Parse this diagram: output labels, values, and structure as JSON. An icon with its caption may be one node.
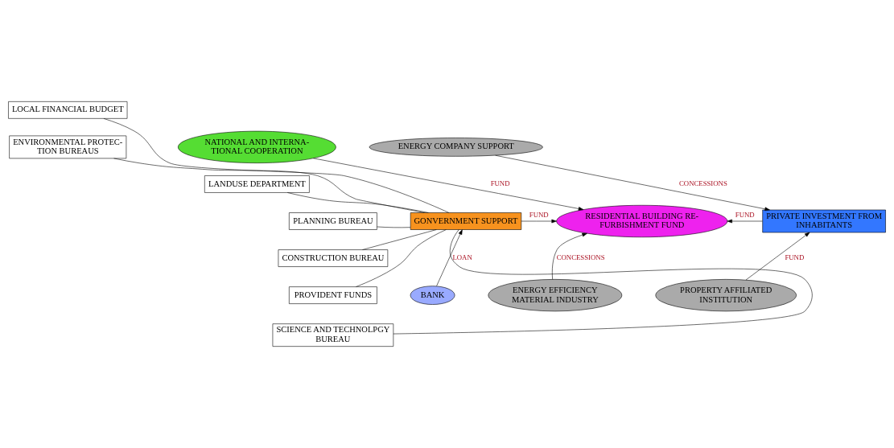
{
  "diagram": {
    "nodes": [
      {
        "text": [
          "LOCAL FINANCIAL BUDGET"
        ]
      },
      {
        "text": [
          "ENVIRONMENTAL PROTEC- TION BUREAUS"
        ]
      },
      {
        "text": [
          "LANDUSE DEPARTMENT"
        ]
      },
      {
        "text": [
          "PLANNING BUREAU"
        ]
      },
      {
        "text": [
          "CONSTRUCTION BUREAU"
        ]
      },
      {
        "text": [
          "PROVIDENT FUNDS"
        ]
      },
      {
        "text": [
          "SCIENCE AND TECHNOLPGY BUREAU"
        ]
      },
      {
        "text": [
          "NATIONAL AND INTERNA- TIONAL COOPERATION"
        ]
      },
      {
        "text": [
          "ENERGY COMPANY SUPPORT"
        ]
      },
      {
        "text": [
          "GONVERNMENT SUPPORT"
        ]
      },
      {
        "text": [
          "RESIDENTIAL BUILDING RE- FURBISHMENT FUND"
        ]
      },
      {
        "text": [
          "PRIVATE INVESTMENT FROM INHABITANTS"
        ]
      },
      {
        "text": [
          "BANK"
        ]
      },
      {
        "text": [
          "ENERGY EFFICIENCY MATERIAL INDUSTRY"
        ]
      },
      {
        "text": [
          "PROPERTY AFFILIATED INSTITUTION"
        ]
      }
    ],
    "edges": [
      {
        "from": 0,
        "to": 9,
        "arrow": "none"
      },
      {
        "from": 1,
        "to": 9,
        "arrow": "none"
      },
      {
        "from": 2,
        "to": 9,
        "arrow": "none"
      },
      {
        "from": 3,
        "to": 9,
        "arrow": "none"
      },
      {
        "from": 4,
        "to": 9,
        "arrow": "none"
      },
      {
        "from": 5,
        "to": 9,
        "arrow": "none"
      },
      {
        "from": 6,
        "to": 9,
        "arrow": "none"
      },
      {
        "from": 7,
        "to": 10,
        "arrow": "to",
        "label": "FUND"
      },
      {
        "from": 9,
        "to": 10,
        "arrow": "to",
        "label": "FUND"
      },
      {
        "from": 8,
        "to": 11,
        "arrow": "to",
        "label": "CONCESSIONS"
      },
      {
        "from": 11,
        "to": 10,
        "arrow": "to",
        "label": "FUND"
      },
      {
        "from": 12,
        "to": 9,
        "arrow": "to",
        "label": "LOAN"
      },
      {
        "from": 13,
        "to": 10,
        "arrow": "to",
        "label": "CONCESSIONS"
      },
      {
        "from": 14,
        "to": 11,
        "arrow": "to",
        "label": "FUND"
      }
    ]
  }
}
